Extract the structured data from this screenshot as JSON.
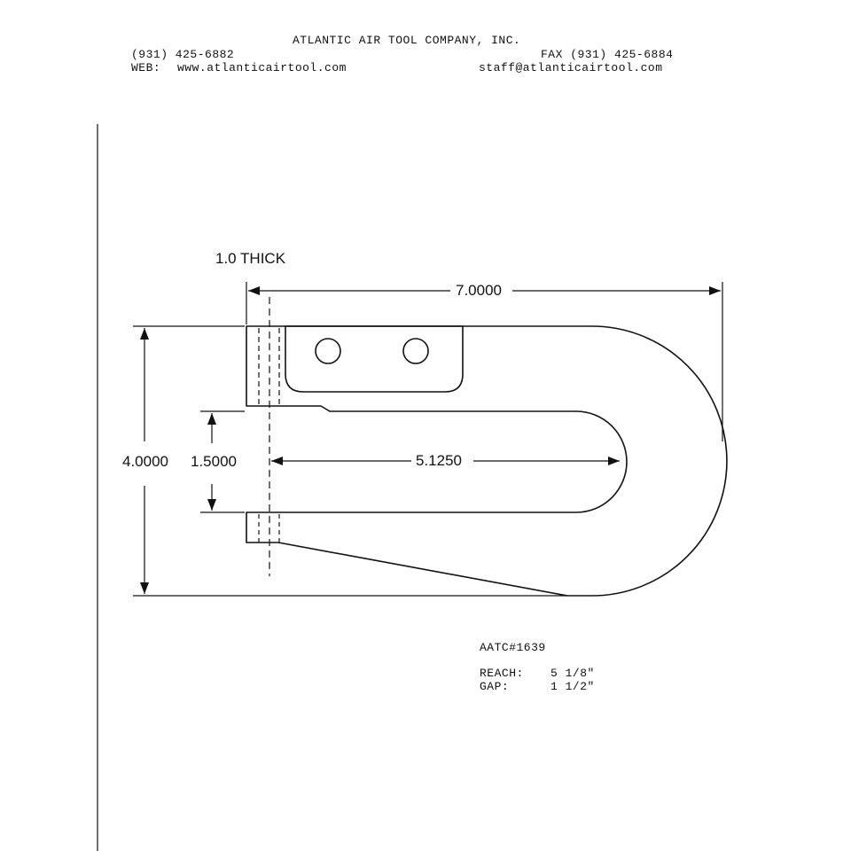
{
  "header": {
    "company": "ATLANTIC AIR TOOL COMPANY, INC.",
    "phone": "(931) 425-6882",
    "fax": "FAX (931) 425-6884",
    "web_label": "WEB:",
    "web_url": "www.atlanticairtool.com",
    "email": "staff@atlanticairtool.com"
  },
  "drawing": {
    "thickness_note": "1.0 THICK",
    "dim_overall_length": "7.0000",
    "dim_overall_height": "4.0000",
    "dim_gap": "1.5000",
    "dim_reach": "5.1250"
  },
  "spec": {
    "part_number": "AATC#1639",
    "reach_label": "REACH:",
    "reach_value": "5 1/8\"",
    "gap_label": "GAP:",
    "gap_value": "1 1/2\""
  }
}
